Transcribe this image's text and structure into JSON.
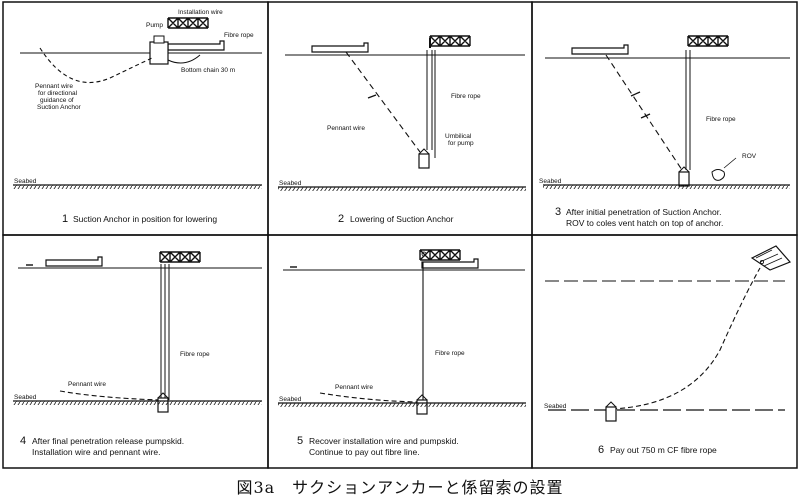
{
  "figure_caption": "図3a　サクションアンカーと係留索の設置",
  "panels": [
    {
      "number": "1",
      "caption_lines": [
        "Suction Anchor in position for lowering"
      ],
      "labels": {
        "pump": "Pump",
        "installation_wire": "Installation wire",
        "fibre_rope": "Fibre rope",
        "pennant_wire_note": [
          "Pennant wire",
          "for directional",
          "guidance of",
          "Suction Anchor"
        ],
        "bottom_chain": "Bottom chain 30 m",
        "seabed": "Seabed"
      }
    },
    {
      "number": "2",
      "caption_lines": [
        "Lowering of Suction Anchor"
      ],
      "labels": {
        "fibre_rope": "Fibre rope",
        "pennant_wire": "Pennant wire",
        "umbilical": [
          "Umbilical",
          "for pump"
        ],
        "seabed": "Seabed"
      }
    },
    {
      "number": "3",
      "caption_lines": [
        "After initial penetration of Suction Anchor.",
        "ROV to coles vent hatch on top of anchor."
      ],
      "labels": {
        "fibre_rope": "Fibre rope",
        "rov": "ROV",
        "seabed": "Seabed"
      }
    },
    {
      "number": "4",
      "caption_lines": [
        "After final penetration release pumpskid.",
        "Installation wire and pennant wire."
      ],
      "labels": {
        "fibre_rope": "Fibre rope",
        "pennant_wire": "Pennant wire",
        "seabed": "Seabed"
      }
    },
    {
      "number": "5",
      "caption_lines": [
        "Recover installation wire and pumpskid.",
        "Continue to pay out fibre line."
      ],
      "labels": {
        "fibre_rope": "Fibre rope",
        "pennant_wire": "Pennant wire",
        "seabed": "Seabed"
      }
    },
    {
      "number": "6",
      "caption_lines": [
        "Pay out 750 m CF fibre rope"
      ],
      "labels": {
        "seabed": "Seabed"
      }
    }
  ]
}
